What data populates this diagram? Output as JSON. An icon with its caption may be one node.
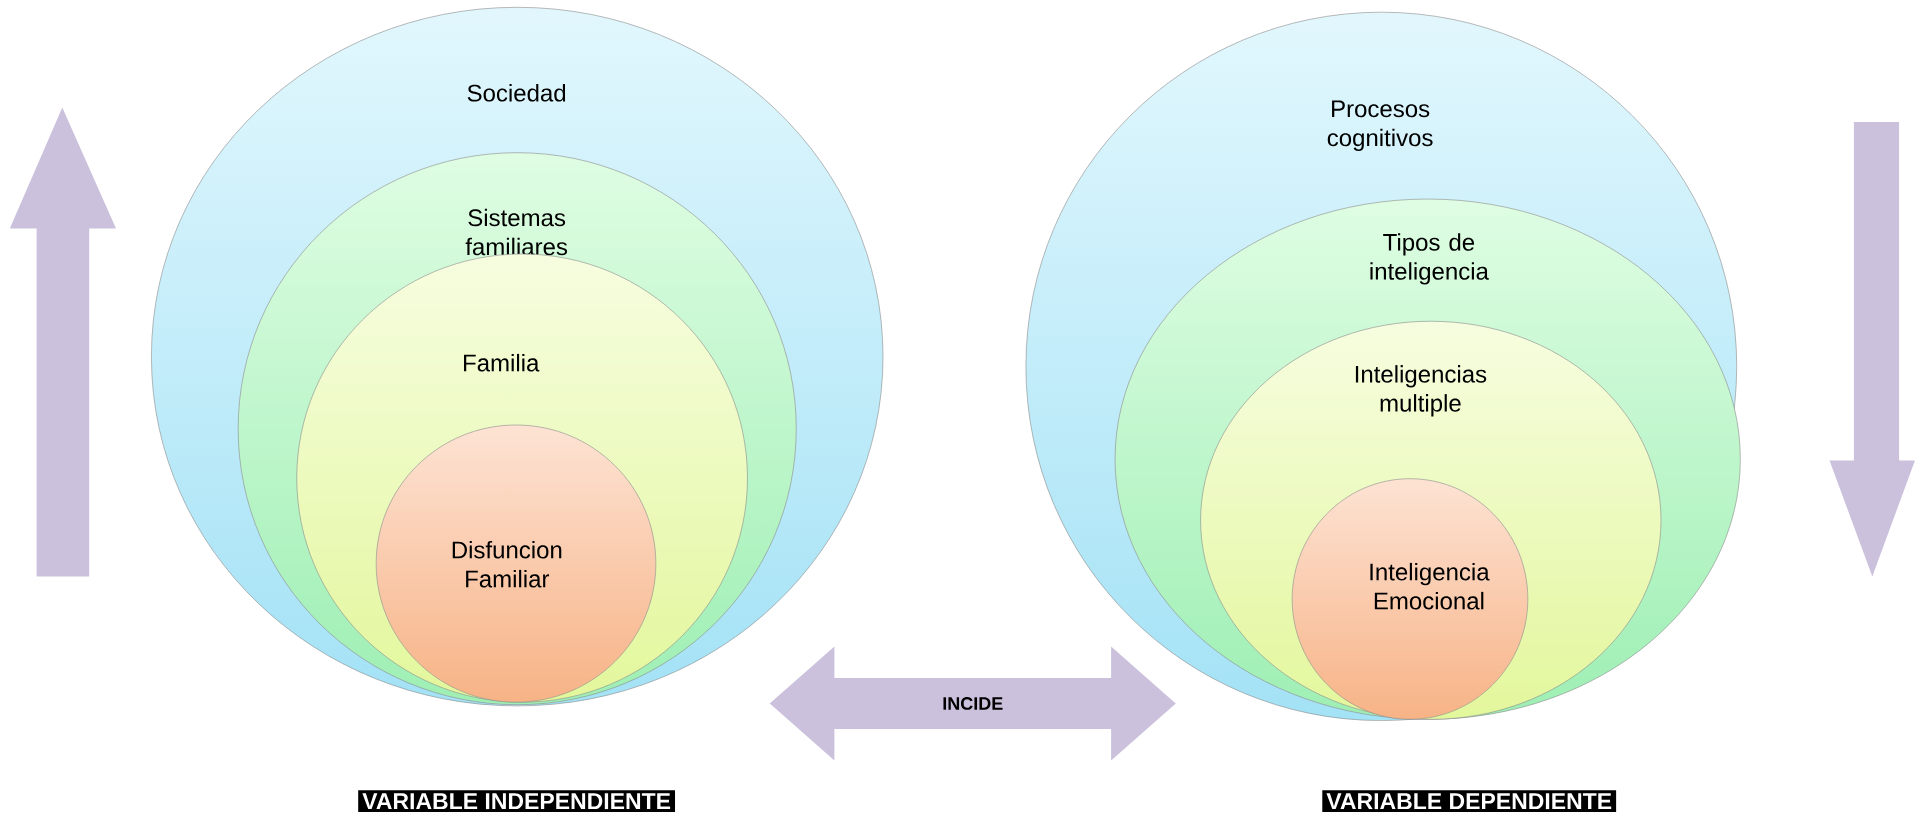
{
  "diagram": {
    "nodes": [
      {
        "text": [
          "Sociedad"
        ]
      },
      {
        "text": [
          "Sistemas familiares"
        ],
        "in": 0
      },
      {
        "text": [
          "Familia"
        ],
        "in": 1
      },
      {
        "text": [
          "Disfuncion Familiar"
        ],
        "in": 2
      },
      {
        "text": [
          "Procesos cognitivos"
        ]
      },
      {
        "text": [
          "Tipos de inteligencia"
        ],
        "in": 4
      },
      {
        "text": [
          "Inteligencias multiple"
        ],
        "in": 5
      },
      {
        "text": [
          "Inteligencia Emocional"
        ],
        "in": 6
      }
    ],
    "edges": [
      {
        "from": 0,
        "to": 4,
        "arrow": "both",
        "label": "INCIDE"
      }
    ],
    "labels": [
      "VARIABLE INDEPENDIENTE",
      "VARIABLE DEPENDIENTE"
    ]
  }
}
